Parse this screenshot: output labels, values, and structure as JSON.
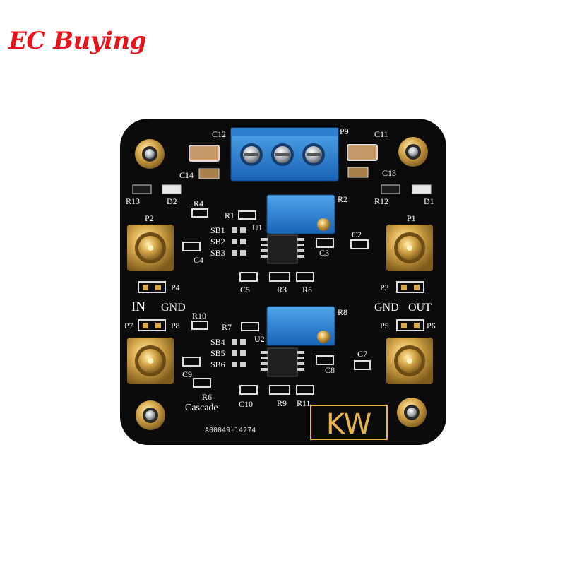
{
  "brand": {
    "text": "EC Buying",
    "color": "#e8141c"
  },
  "board": {
    "color": "#0b0b0b",
    "io_labels": {
      "in": "IN",
      "gnd_left": "GND",
      "gnd_right": "GND",
      "out": "OUT",
      "cascade": "Cascade"
    },
    "logo": "KW",
    "code": "A00049-14274",
    "top_labels": {
      "c12": "C12",
      "p9": "P9",
      "c11": "C11",
      "c14": "C14",
      "c13": "C13",
      "r13": "R13",
      "d2": "D2",
      "r12": "R12",
      "d1": "D1"
    },
    "left_labels": {
      "r4": "R4",
      "r1": "R1",
      "p2": "P2",
      "sb1": "SB1",
      "sb2": "SB2",
      "sb3": "SB3",
      "c4": "C4",
      "p4": "P4",
      "p7": "P7",
      "p8": "P8",
      "r10": "R10",
      "r7": "R7",
      "sb4": "SB4",
      "sb5": "SB5",
      "sb6": "SB6",
      "c9": "C9",
      "r6": "R6",
      "c10": "C10"
    },
    "center_labels": {
      "u1": "U1",
      "r2": "R2",
      "c5": "C5",
      "r3": "R3",
      "r5": "R5",
      "u2": "U2",
      "r8": "R8",
      "r9": "R9",
      "r11": "R11"
    },
    "right_labels": {
      "p1": "P1",
      "c2": "C2",
      "c3": "C3",
      "p3": "P3",
      "p5": "P5",
      "p6": "P6",
      "c7": "C7",
      "c8": "C8"
    }
  }
}
